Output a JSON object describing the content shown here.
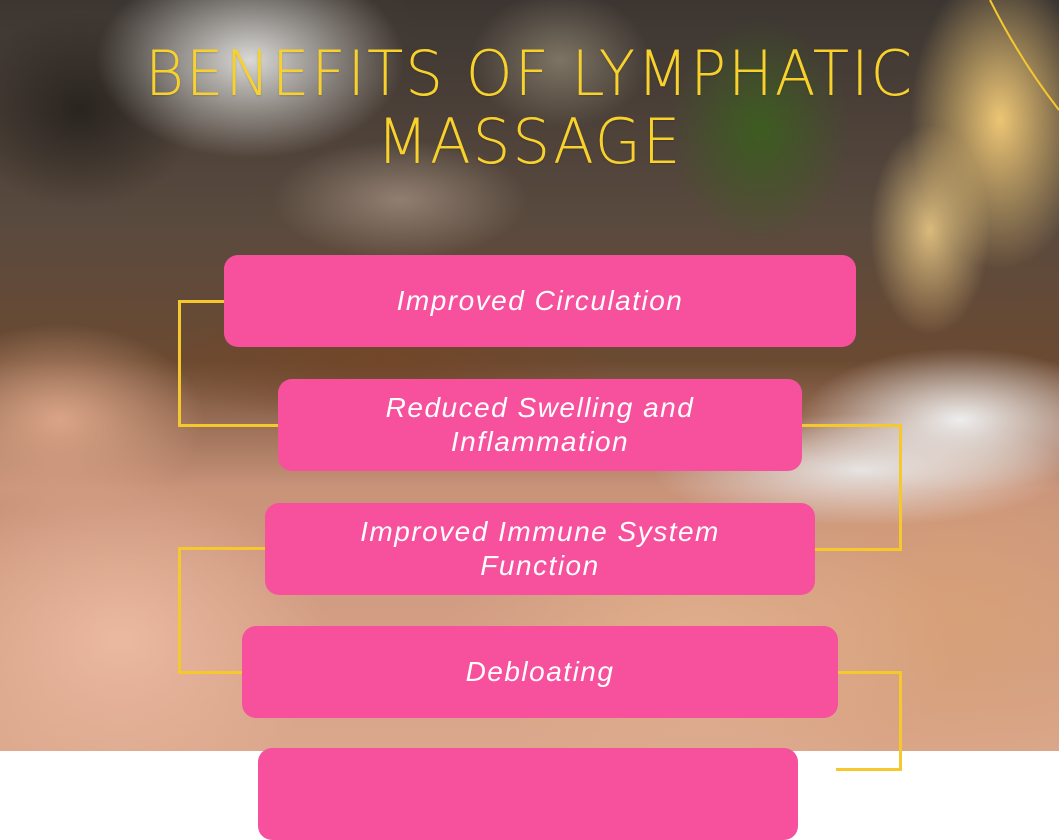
{
  "title": {
    "line1": "BENEFITS OF LYMPHATIC",
    "line2": "MASSAGE"
  },
  "benefits": [
    {
      "label": "Improved Circulation"
    },
    {
      "label": "Reduced Swelling and Inflammation",
      "line1": "Reduced Swelling and",
      "line2": "Inflammation"
    },
    {
      "label": "Improved Immune System Function",
      "line1": "Improved Immune System",
      "line2": "Function"
    },
    {
      "label": "Debloating"
    },
    {
      "label": ""
    }
  ],
  "colors": {
    "title": "#f8d12c",
    "card": "#f7519d",
    "card_text": "#ffffff",
    "connector": "#f5c92e"
  }
}
